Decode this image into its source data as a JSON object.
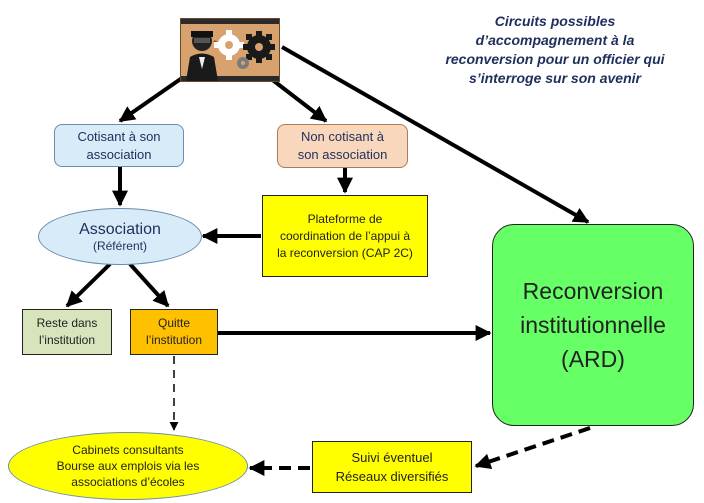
{
  "title_lines": [
    "Circuits possibles",
    "d’accompagnement à la",
    "reconversion  pour un officier qui",
    "s’interroge sur son avenir"
  ],
  "nodes": {
    "cotisant": {
      "line1": "Cotisant à son",
      "line2": "association"
    },
    "non_cotisant": {
      "line1": "Non cotisant à",
      "line2": "son association"
    },
    "association": {
      "line1": "Association",
      "line2": "(Référent)"
    },
    "plateforme": {
      "line1": "Plateforme de",
      "line2": "coordination de l’appui à",
      "line3": "la reconversion (CAP 2C)"
    },
    "reste": {
      "line1": "Reste dans",
      "line2": "l’institution"
    },
    "quitte": {
      "line1": "Quitte",
      "line2": "l’institution"
    },
    "reconversion": {
      "line1": "Reconversion",
      "line2": "institutionnelle",
      "line3": "(ARD)"
    },
    "suivi": {
      "line1": "Suivi  éventuel",
      "line2": "Réseaux diversifiés"
    },
    "cabinets": {
      "line1": "Cabinets consultants",
      "line2": "Bourse aux emplois via les",
      "line3": "associations d’écoles"
    }
  },
  "colors": {
    "cotisant": "#d7ebf9",
    "non_cotisant": "#f9d7bd",
    "association": "#d7ebf9",
    "plateforme": "#ffff00",
    "reste": "#d8e4bc",
    "quitte": "#ffc000",
    "reconversion": "#66ff66",
    "suivi": "#ffff00",
    "cabinets": "#ffff00",
    "title": "#1f2f5c",
    "arrow": "#000000"
  },
  "icon_name": "officer-gears-icon"
}
